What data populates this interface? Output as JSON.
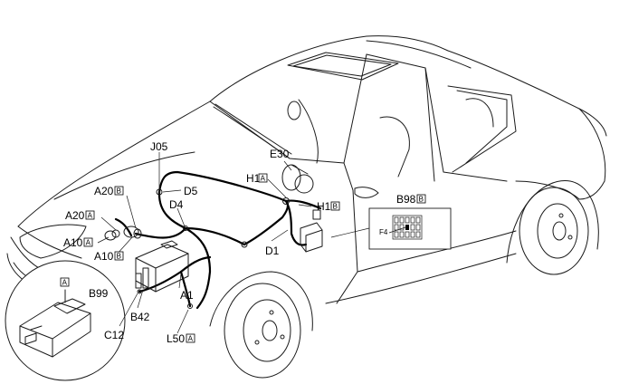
{
  "callouts": {
    "j05": "J05",
    "d5": "D5",
    "d4": "D4",
    "a20_b": "A20",
    "a20_a": "A20",
    "a10_a": "A10",
    "a10_b": "A10",
    "e30": "E30",
    "h1_a": "H1",
    "h1_b": "H1",
    "b98": "B98",
    "d1": "D1",
    "a1": "A1",
    "b42": "B42",
    "c12": "C12",
    "l50": "L50",
    "b99": "B99",
    "f4": "F4"
  },
  "connector_tags": {
    "a": "A",
    "b": "B"
  }
}
